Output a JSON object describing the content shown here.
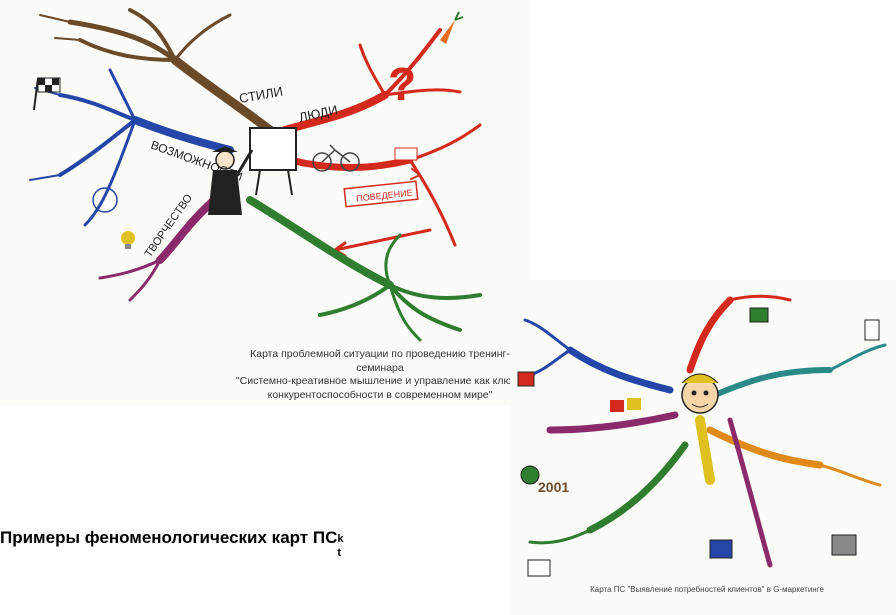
{
  "map1": {
    "branches": {
      "styles": "СТИЛИ",
      "people": "ЛЮДИ",
      "possibilities": "ВОЗМОЖНОСТИ",
      "creativity": "ТВОРЧЕСТВО",
      "behavior": "ПОВЕДЕНИЕ"
    },
    "caption_lines": [
      "Карта проблемной ситуации по проведению тренинг-семинара",
      "\"Системно-креативное мышление и управление как ключ к",
      "конкурентоспособности в современном мире\""
    ]
  },
  "map2": {
    "year": "2001",
    "caption": "Карта ПС \"Выявление потребностей клиентов\" в G-маркетинге"
  },
  "heading": {
    "text": "Примеры феноменологических карт ПС",
    "sup": "k",
    "sub": "t"
  },
  "colors": {
    "brown": "#6b4a2a",
    "red": "#d42a1e",
    "blue": "#2446a8",
    "green": "#2f7d2f",
    "purple": "#8a2a6a",
    "yellow": "#e0c020"
  }
}
